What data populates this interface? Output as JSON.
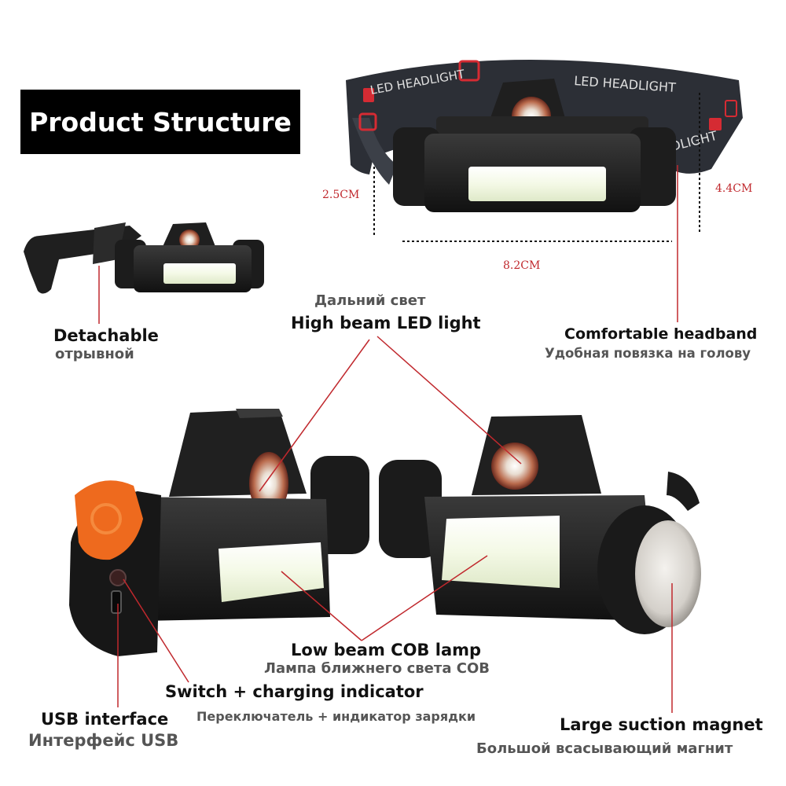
{
  "title": "Product Structure",
  "dimensions": {
    "height_left": "2.5CM",
    "height_right": "4.4CM",
    "width": "8.2CM"
  },
  "headband_print": {
    "left": "LED HEADLIGHT",
    "center": "LED HEADLIGHT",
    "right": "DLIGHT"
  },
  "callouts": {
    "detachable": {
      "en": "Detachable",
      "ru": "отрывной"
    },
    "high_beam": {
      "en": "High beam LED light",
      "ru": "Дальний свет"
    },
    "headband": {
      "en": "Comfortable headband",
      "ru": "Удобная повязка на голову"
    },
    "low_beam": {
      "en": "Low beam COB lamp",
      "ru": "Лампа ближнего света COB"
    },
    "switch": {
      "en": "Switch + charging indicator",
      "ru": "Переключатель + индикатор зарядки"
    },
    "usb": {
      "en": "USB interface",
      "ru": "Интерфейс USB"
    },
    "magnet": {
      "en": "Large suction magnet",
      "ru": "Большой всасывающий магнит"
    }
  },
  "colors": {
    "callout_line": "#c0282d",
    "dimension_text": "#c0282d",
    "lamp_body": "#1c1c1c",
    "cob_panel": "#f4f9e6",
    "usb_cap": "#ee6a1e",
    "strap": "#2c2f36"
  }
}
